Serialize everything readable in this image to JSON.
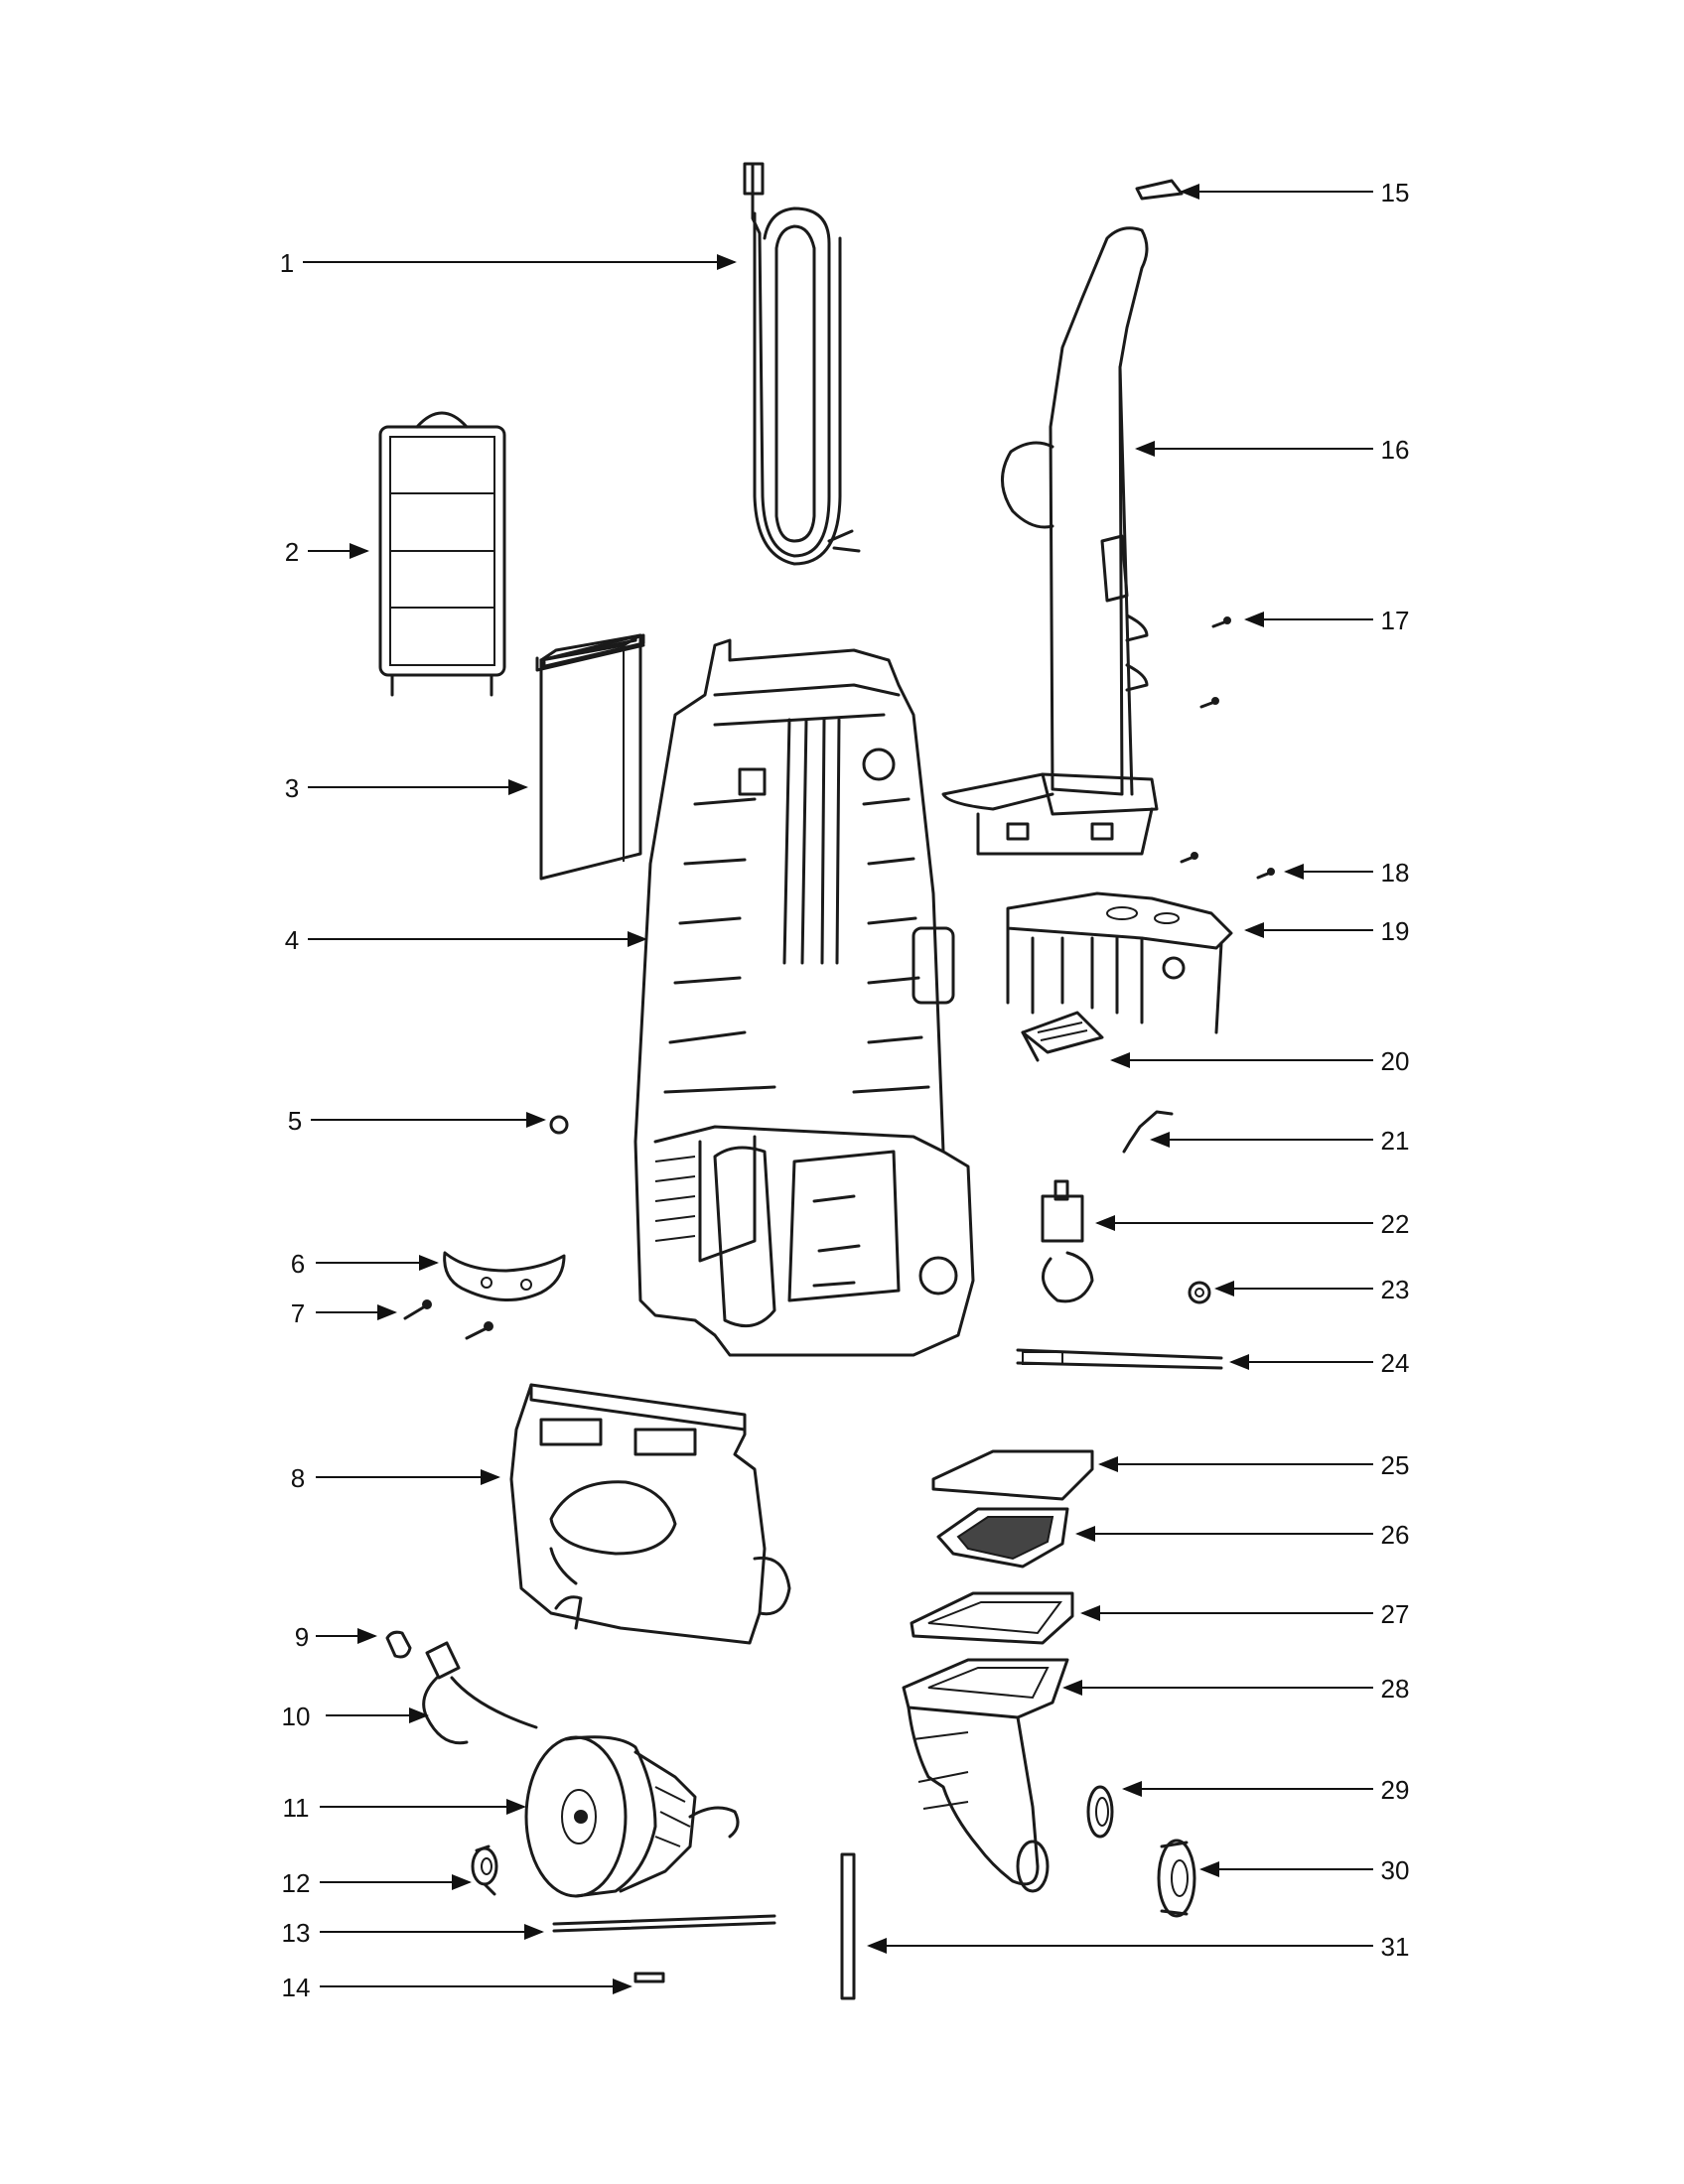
{
  "diagram": {
    "callouts": [
      {
        "n": "1"
      },
      {
        "n": "2"
      },
      {
        "n": "3"
      },
      {
        "n": "4"
      },
      {
        "n": "5"
      },
      {
        "n": "6"
      },
      {
        "n": "7"
      },
      {
        "n": "8"
      },
      {
        "n": "9"
      },
      {
        "n": "10"
      },
      {
        "n": "11"
      },
      {
        "n": "12"
      },
      {
        "n": "13"
      },
      {
        "n": "14"
      },
      {
        "n": "15"
      },
      {
        "n": "16"
      },
      {
        "n": "17"
      },
      {
        "n": "18"
      },
      {
        "n": "19"
      },
      {
        "n": "20"
      },
      {
        "n": "21"
      },
      {
        "n": "22"
      },
      {
        "n": "23"
      },
      {
        "n": "24"
      },
      {
        "n": "25"
      },
      {
        "n": "26"
      },
      {
        "n": "27"
      },
      {
        "n": "28"
      },
      {
        "n": "29"
      },
      {
        "n": "30"
      },
      {
        "n": "31"
      }
    ]
  }
}
